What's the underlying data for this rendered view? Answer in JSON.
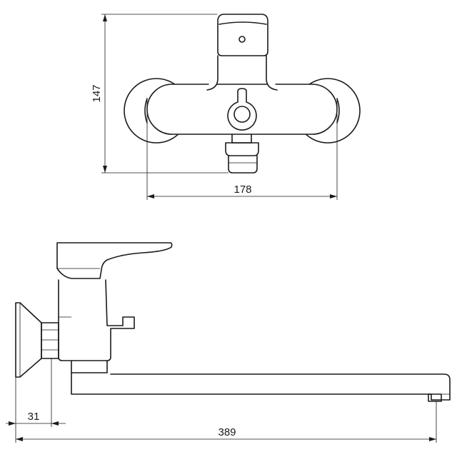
{
  "dimensions": {
    "height_front": "147",
    "center_distance": "178",
    "wall_offset": "31",
    "total_length": "389"
  }
}
